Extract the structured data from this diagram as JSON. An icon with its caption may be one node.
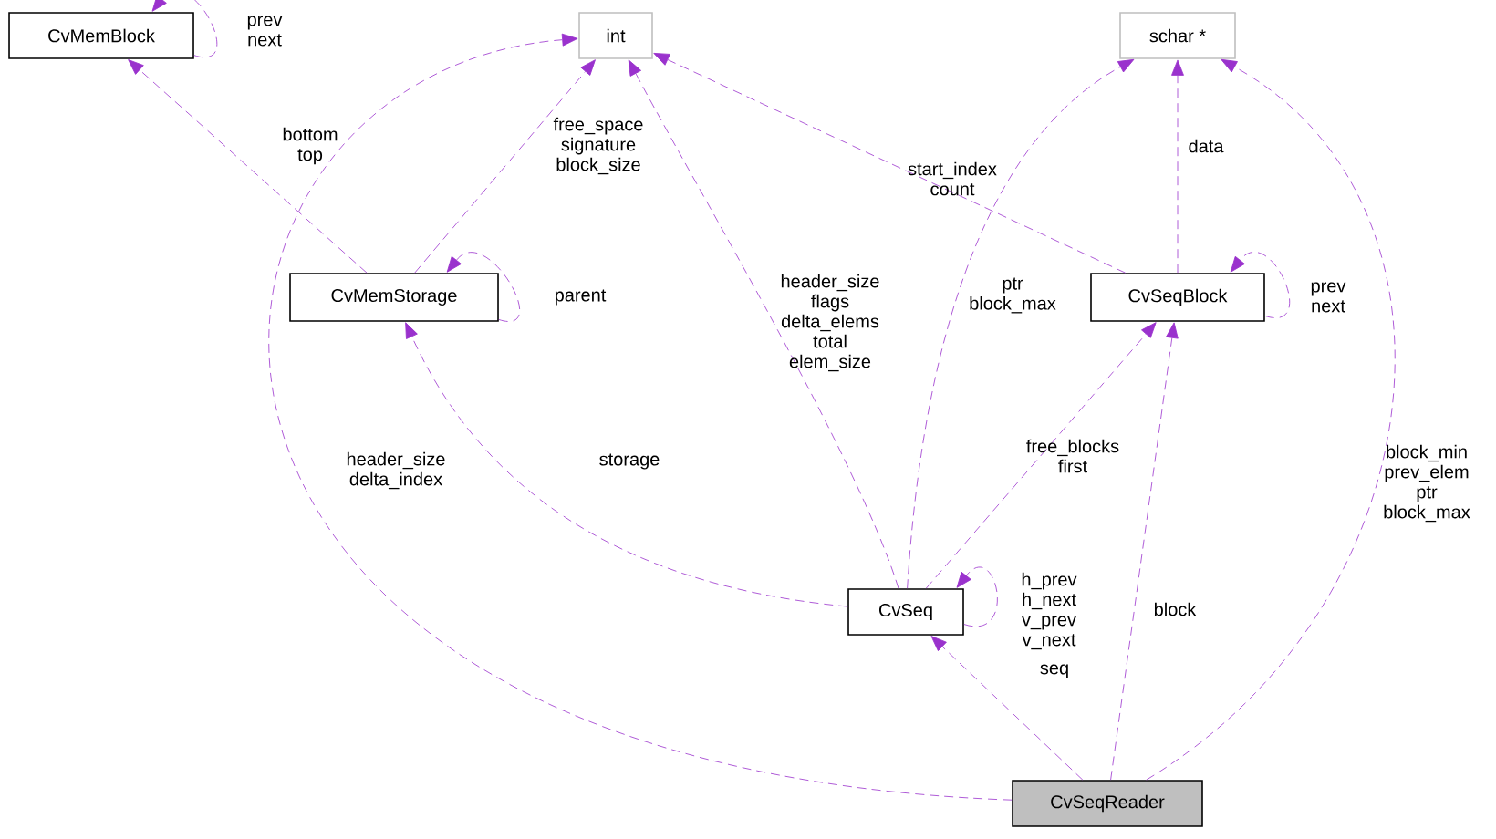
{
  "diagram": {
    "nodes": [
      {
        "text": [
          "CvMemBlock"
        ]
      },
      {
        "text": [
          "int"
        ]
      },
      {
        "text": [
          "schar *"
        ]
      },
      {
        "text": [
          "CvMemStorage"
        ]
      },
      {
        "text": [
          "CvSeqBlock"
        ]
      },
      {
        "text": [
          "CvSeq"
        ]
      },
      {
        "text": [
          "CvSeqReader"
        ]
      }
    ],
    "edges": [
      {
        "from": 0,
        "to": 0,
        "arrow": "to",
        "label": "prev next",
        "style": "dashed"
      },
      {
        "from": 3,
        "to": 0,
        "arrow": "to",
        "label": "bottom top",
        "style": "dashed"
      },
      {
        "from": 3,
        "to": 1,
        "arrow": "to",
        "label": "free_space signature block_size",
        "style": "dashed"
      },
      {
        "from": 3,
        "to": 3,
        "arrow": "to",
        "label": "parent",
        "style": "dashed"
      },
      {
        "from": 5,
        "to": 1,
        "arrow": "to",
        "label": "header_size flags delta_elems total elem_size",
        "style": "dashed"
      },
      {
        "from": 5,
        "to": 3,
        "arrow": "to",
        "label": "storage",
        "style": "dashed"
      },
      {
        "from": 5,
        "to": 2,
        "arrow": "to",
        "label": "ptr block_max",
        "style": "dashed"
      },
      {
        "from": 5,
        "to": 4,
        "arrow": "to",
        "label": "free_blocks first",
        "style": "dashed"
      },
      {
        "from": 5,
        "to": 5,
        "arrow": "to",
        "label": "h_prev h_next v_prev v_next",
        "style": "dashed"
      },
      {
        "from": 4,
        "to": 1,
        "arrow": "to",
        "label": "start_index count",
        "style": "dashed"
      },
      {
        "from": 4,
        "to": 2,
        "arrow": "to",
        "label": "data",
        "style": "dashed"
      },
      {
        "from": 4,
        "to": 4,
        "arrow": "to",
        "label": "prev next",
        "style": "dashed"
      },
      {
        "from": 6,
        "to": 1,
        "arrow": "to",
        "label": "header_size delta_index",
        "style": "dashed"
      },
      {
        "from": 6,
        "to": 5,
        "arrow": "to",
        "label": "seq",
        "style": "dashed"
      },
      {
        "from": 6,
        "to": 4,
        "arrow": "to",
        "label": "block",
        "style": "dashed"
      },
      {
        "from": 6,
        "to": 2,
        "arrow": "to",
        "label": "block_min prev_elem ptr block_max",
        "style": "dashed"
      }
    ]
  }
}
